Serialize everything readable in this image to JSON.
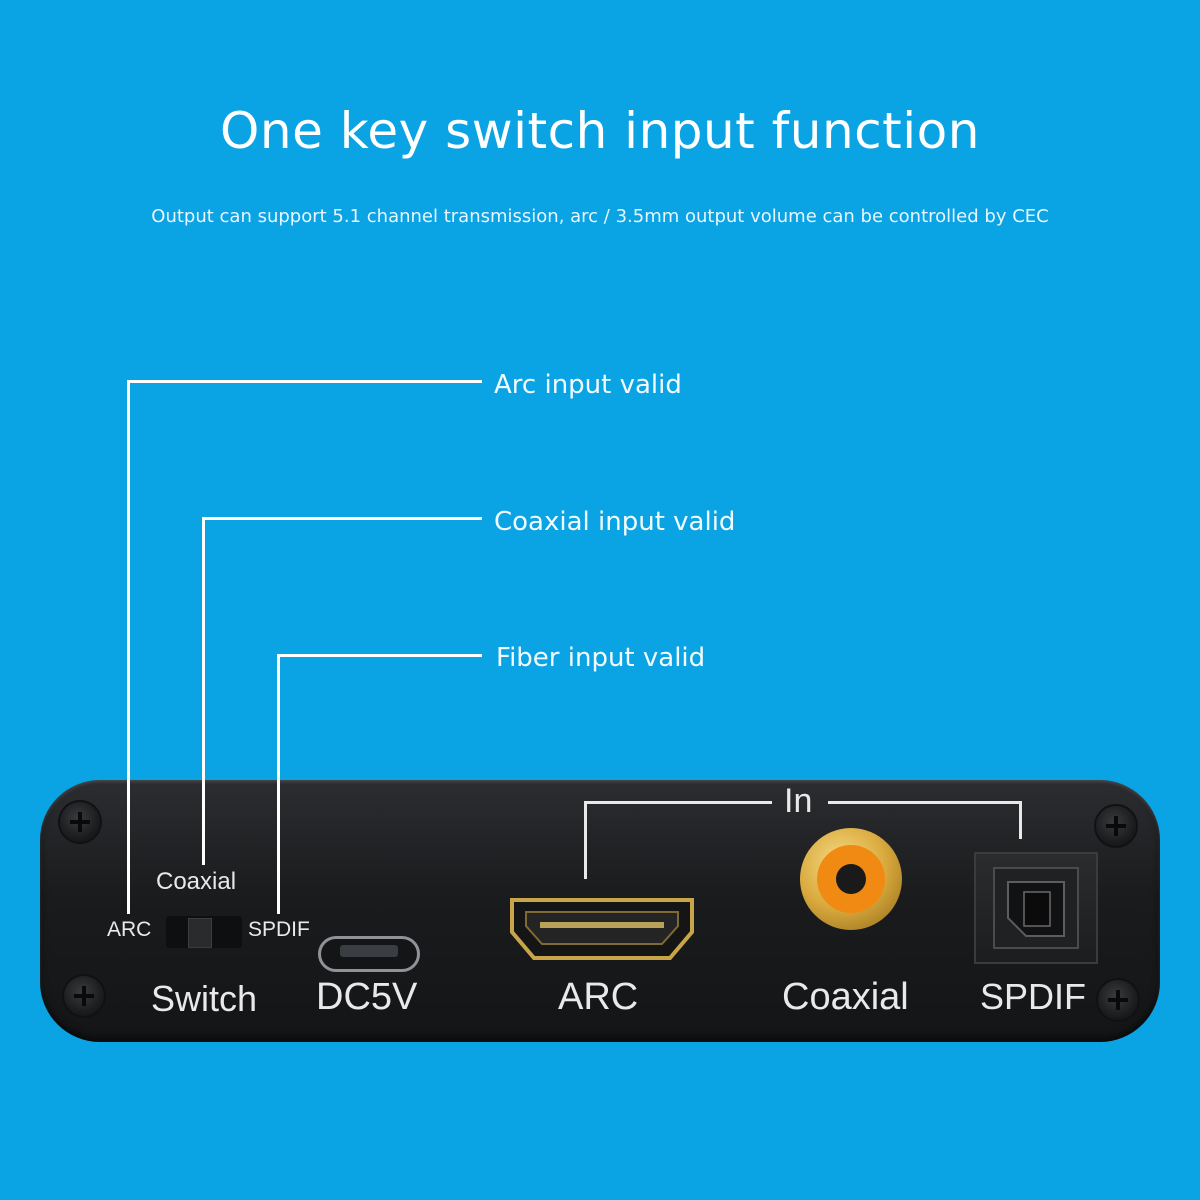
{
  "title": "One key switch input function",
  "subtitle": "Output can support 5.1 channel transmission, arc / 3.5mm output volume can be controlled by CEC",
  "callouts": {
    "arc": "Arc input valid",
    "coaxial": "Coaxial input valid",
    "fiber": "Fiber input valid"
  },
  "device": {
    "switch_positions": {
      "left": "ARC",
      "top": "Coaxial",
      "right": "SPDIF"
    },
    "port_labels": {
      "switch": "Switch",
      "dc": "DC5V",
      "arc": "ARC",
      "coaxial": "Coaxial",
      "spdif": "SPDIF",
      "in": "In"
    }
  },
  "colors": {
    "background": "#0aa3e4",
    "device_body": "#1c1d1f",
    "rca_orange": "#f08a12",
    "gold": "#d9a93d"
  }
}
